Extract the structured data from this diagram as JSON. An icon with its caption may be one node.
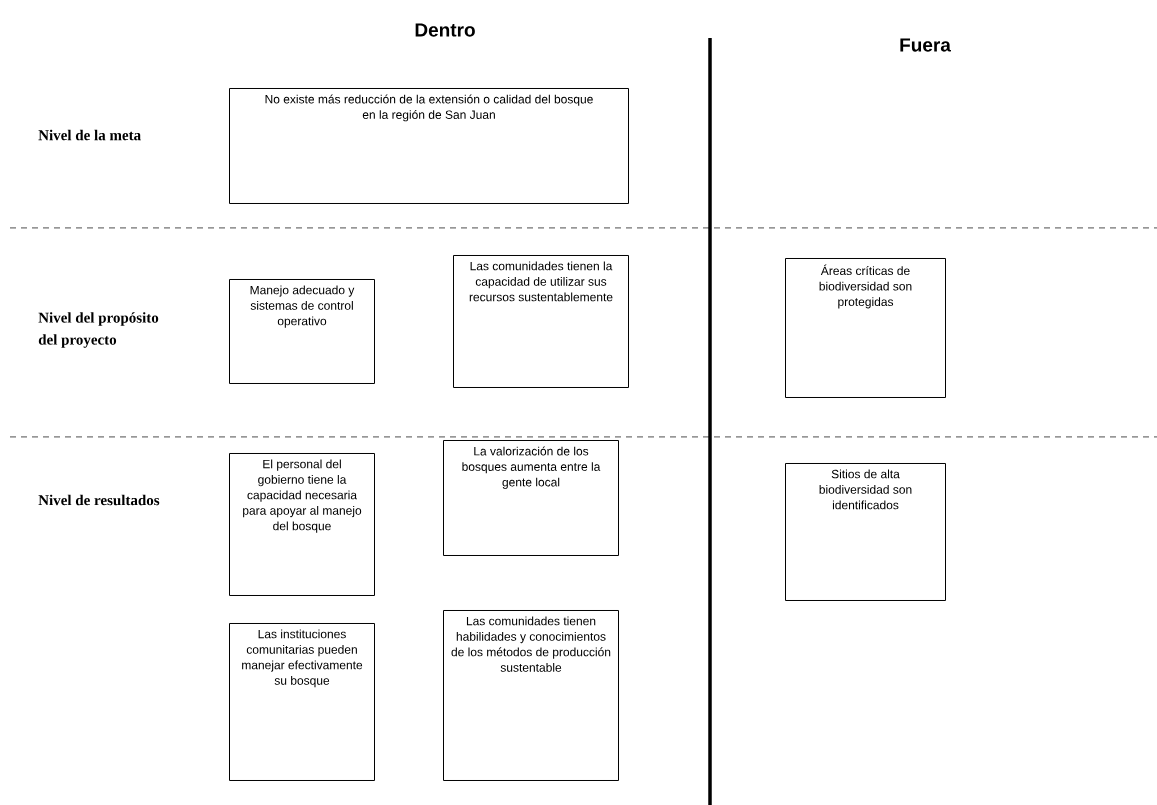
{
  "diagram": {
    "nodes": [
      {
        "text": [
          "No existe más reducción de la extensión o calidad del bosque en la región de San Juan"
        ]
      },
      {
        "text": [
          "Manejo adecuado y sistemas de control operativo"
        ]
      },
      {
        "text": [
          "Las comunidades tienen la capacidad de utilizar sus recursos sustentablemente"
        ]
      },
      {
        "text": [
          "Áreas críticas de biodiversidad son protegidas"
        ]
      },
      {
        "text": [
          "El personal del gobierno tiene la capacidad necesaria para apoyar al manejo del bosque"
        ]
      },
      {
        "text": [
          "La valorización de los bosques aumenta entre la gente local"
        ]
      },
      {
        "text": [
          "Las instituciones comunitarias pueden manejar efectivamente su bosque"
        ]
      },
      {
        "text": [
          "Las comunidades tienen habilidades y conocimientos de los métodos de producción sustentable"
        ]
      },
      {
        "text": [
          "Sitios de alta biodiversidad son identificados"
        ]
      }
    ],
    "labels": [
      "Dentro",
      "Fuera",
      "Nivel de la meta",
      "Nivel del propósito del proyecto",
      "Nivel de resultados"
    ]
  }
}
